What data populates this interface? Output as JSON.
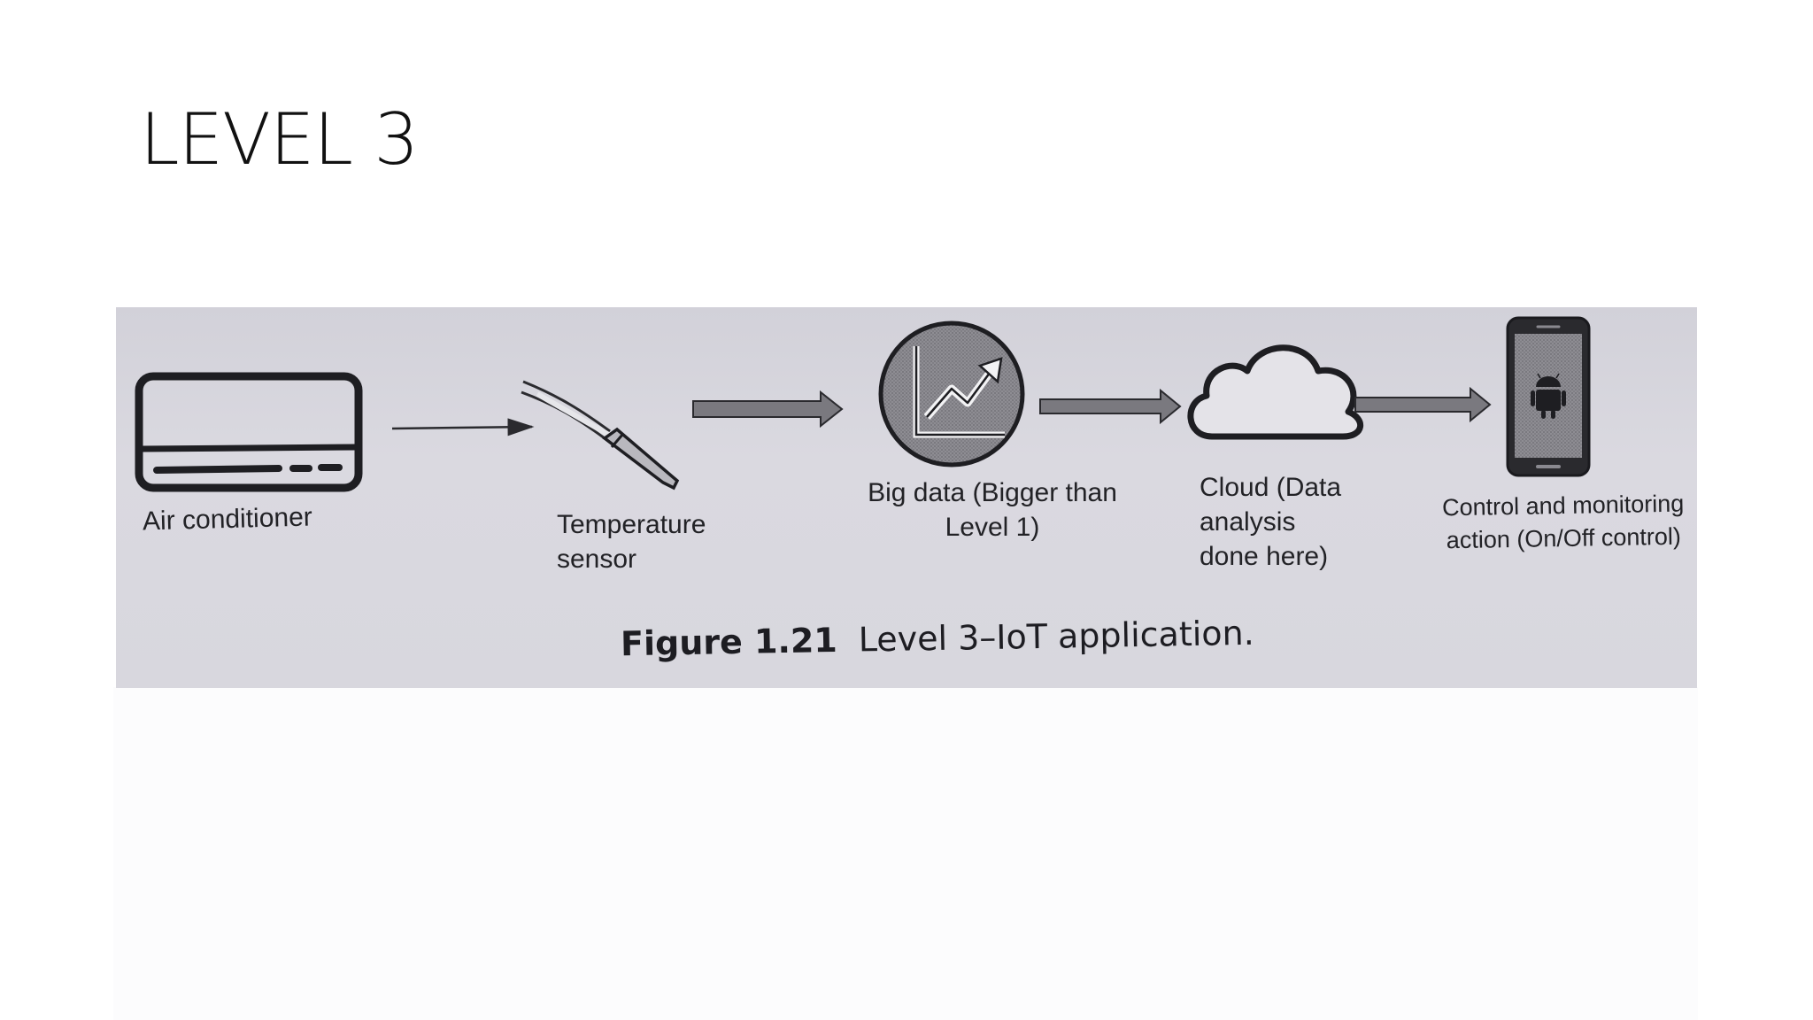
{
  "slide": {
    "title": "LEVEL 3"
  },
  "figure": {
    "caption_number": "Figure 1.21",
    "caption_text": "Level 3–IoT application.",
    "nodes": [
      {
        "id": "air-conditioner",
        "icon": "air-conditioner-icon",
        "label": "Air conditioner"
      },
      {
        "id": "temperature-sensor",
        "icon": "temperature-sensor-icon",
        "label": "Temperature\nsensor"
      },
      {
        "id": "big-data",
        "icon": "growth-chart-icon",
        "label": "Big data (Bigger than\nLevel 1)"
      },
      {
        "id": "cloud",
        "icon": "cloud-icon",
        "label": "Cloud (Data\nanalysis\ndone here)"
      },
      {
        "id": "control",
        "icon": "android-phone-icon",
        "label": "Control and monitoring\naction (On/Off control)"
      }
    ],
    "edges": [
      {
        "from": "air-conditioner",
        "to": "temperature-sensor",
        "style": "thin-arrow"
      },
      {
        "from": "temperature-sensor",
        "to": "big-data",
        "style": "block-arrow"
      },
      {
        "from": "big-data",
        "to": "cloud",
        "style": "block-arrow"
      },
      {
        "from": "cloud",
        "to": "control",
        "style": "block-arrow"
      }
    ]
  }
}
